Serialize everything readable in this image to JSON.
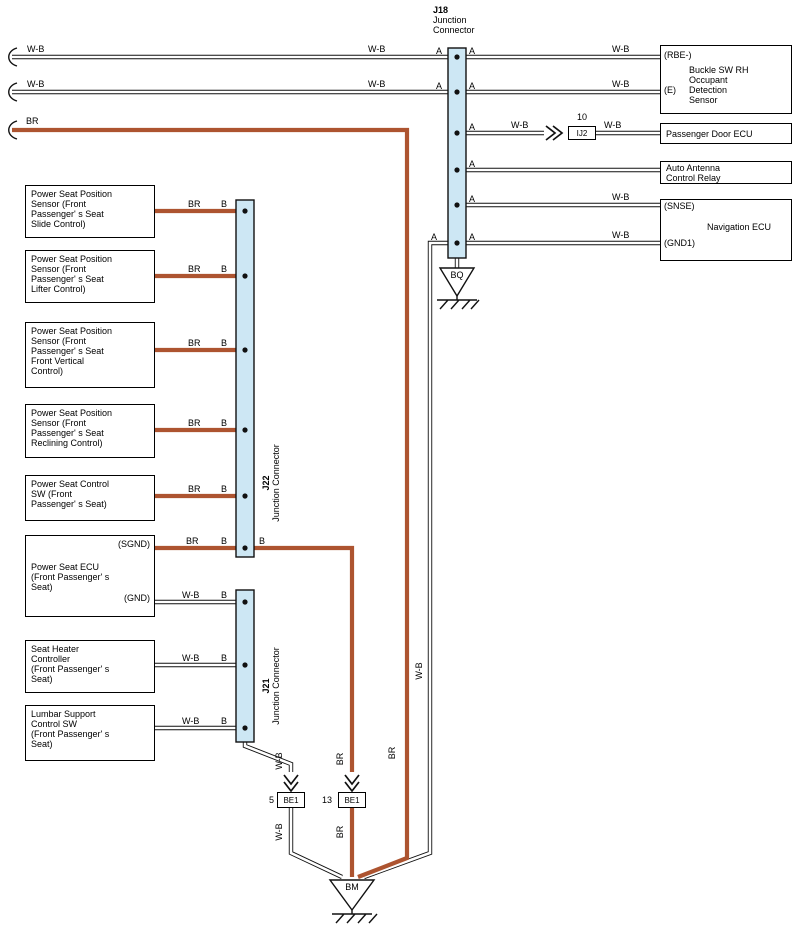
{
  "labels": {
    "wb": "W-B",
    "br": "BR",
    "a": "A",
    "b": "B"
  },
  "junctions": {
    "j18": {
      "id": "J18",
      "name_lines": [
        "Junction",
        "Connector"
      ]
    },
    "j22": {
      "id": "J22",
      "name": "Junction Connector"
    },
    "j21": {
      "id": "J21",
      "name": "Junction Connector"
    }
  },
  "inline_connectors": {
    "ij2": {
      "pin": "10",
      "id": "IJ2"
    },
    "be1_5": {
      "pin": "5",
      "id": "BE1"
    },
    "be1_13": {
      "pin": "13",
      "id": "BE1"
    }
  },
  "grounds": {
    "bq": "BQ",
    "bm": "BM"
  },
  "right_boxes": {
    "buckle": {
      "terminal_top": "(RBE-)",
      "terminal_bottom": "(E)",
      "name": [
        "Buckle SW RH",
        "Occupant",
        "Detection",
        "Sensor"
      ]
    },
    "door_ecu": {
      "name": [
        "Passenger Door ECU"
      ]
    },
    "antenna_relay": {
      "name": [
        "Auto Antenna",
        "Control Relay"
      ]
    },
    "navigation_ecu": {
      "terminal_top": "(SNSE)",
      "terminal_bottom": "(GND1)",
      "name": [
        "Navigation ECU"
      ]
    }
  },
  "left_boxes": {
    "slide": {
      "name": [
        "Power Seat Position",
        "Sensor (Front",
        "Passenger' s Seat",
        "Slide Control)"
      ]
    },
    "lifter": {
      "name": [
        "Power Seat Position",
        "Sensor (Front",
        "Passenger' s Seat",
        "Lifter Control)"
      ]
    },
    "front_vertical": {
      "name": [
        "Power Seat Position",
        "Sensor (Front",
        "Passenger' s Seat",
        "Front Vertical",
        "Control)"
      ]
    },
    "reclining": {
      "name": [
        "Power Seat Position",
        "Sensor (Front",
        "Passenger' s Seat",
        "Reclining Control)"
      ]
    },
    "seat_sw": {
      "name": [
        "Power Seat Control",
        "SW (Front",
        "Passenger' s Seat)"
      ]
    },
    "seat_ecu": {
      "terminal_top": "(SGND)",
      "terminal_bottom": "(GND)",
      "name": [
        "Power Seat ECU",
        "(Front Passenger' s",
        "Seat)"
      ]
    },
    "heater": {
      "name": [
        "Seat Heater",
        "Controller",
        "(Front Passenger' s",
        "Seat)"
      ]
    },
    "lumbar": {
      "name": [
        "Lumbar Support",
        "Control SW",
        "(Front Passenger' s",
        "Seat)"
      ]
    }
  },
  "colors": {
    "wire_brown": "#ad5430",
    "junction_fill": "#cde7f4",
    "line": "#111111"
  }
}
